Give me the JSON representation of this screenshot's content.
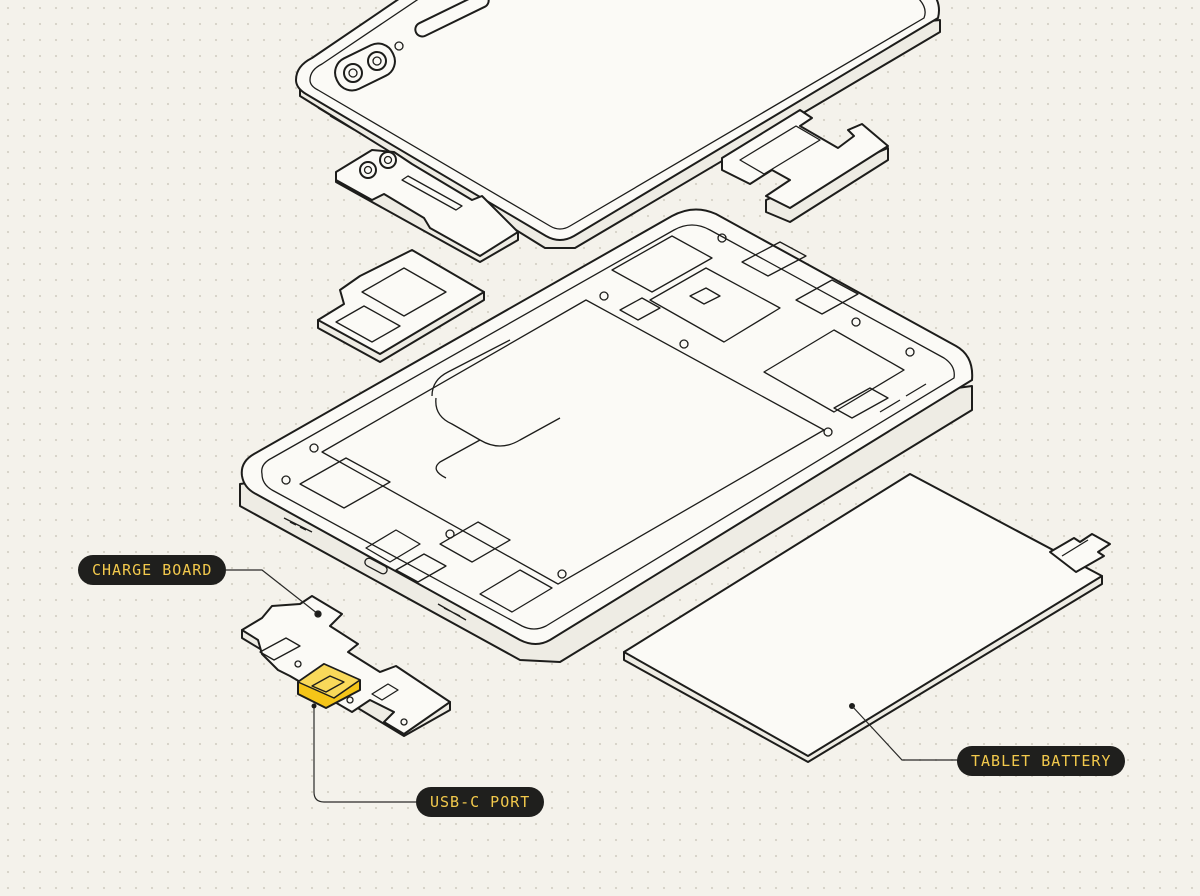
{
  "colors": {
    "background": "#f4f2eb",
    "line": "#1d1d1b",
    "callout_bg": "#1f1f1d",
    "callout_text": "#f2c94c",
    "accent_port": "#f5c518"
  },
  "callouts": {
    "charge_board": "CHARGE BOARD",
    "usb_c_port": "USB-C PORT",
    "tablet_battery": "TABLET BATTERY"
  }
}
